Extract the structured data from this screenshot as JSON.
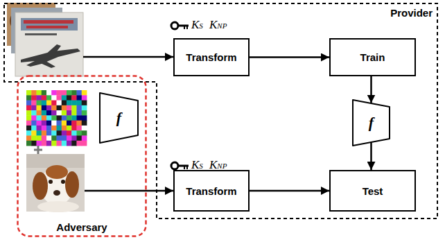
{
  "diagram": {
    "nodes": [
      {
        "text": [
          "Provider"
        ]
      },
      {
        "text": [
          "Transform"
        ],
        "in": 0
      },
      {
        "text": [
          "Train"
        ],
        "in": 0
      },
      {
        "text": [
          "Adversary"
        ]
      },
      {
        "text": [
          "f"
        ],
        "in": 3
      },
      {
        "text": [
          "f"
        ],
        "in": 0
      },
      {
        "text": [
          "Transform"
        ],
        "in": 0
      },
      {
        "text": [
          "Test"
        ],
        "in": 0
      }
    ],
    "edges": [
      {
        "from": 1,
        "to": 2,
        "arrow": "to"
      },
      {
        "from": 2,
        "to": 5,
        "arrow": "to"
      },
      {
        "from": 5,
        "to": 7,
        "arrow": "to"
      },
      {
        "from": 3,
        "to": 6,
        "arrow": "to"
      },
      {
        "from": 6,
        "to": 7,
        "arrow": "to"
      }
    ],
    "labels": [
      "KS",
      "KNP",
      "KS",
      "KNP"
    ]
  }
}
